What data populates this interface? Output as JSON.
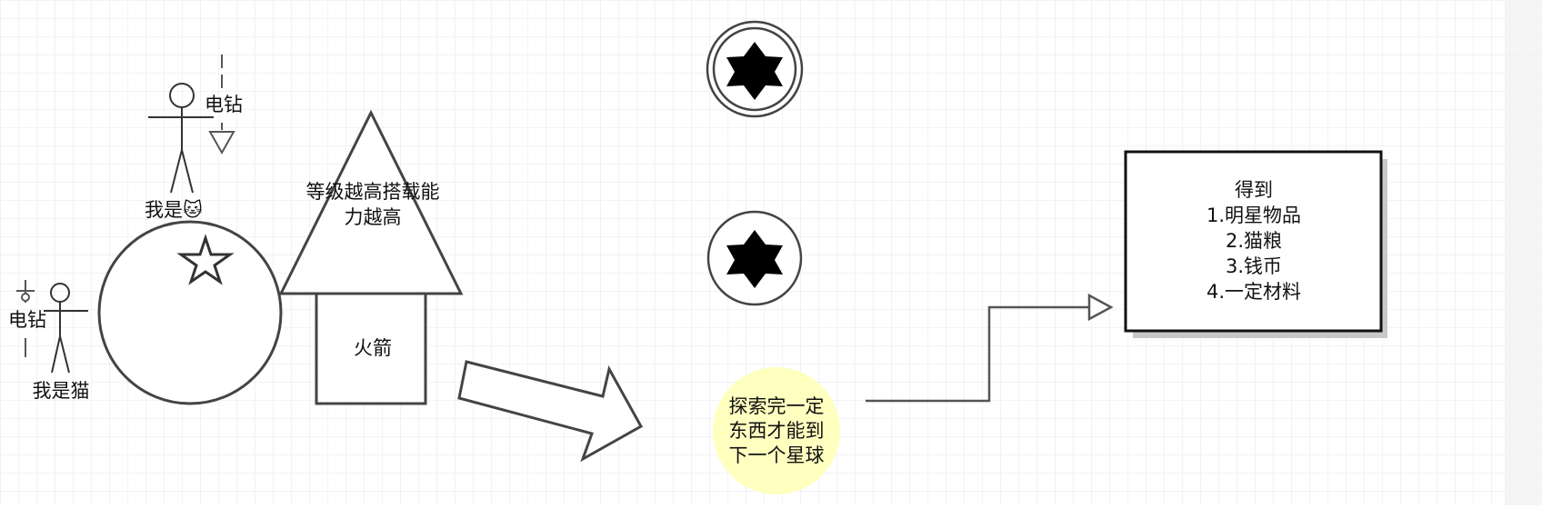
{
  "labels": {
    "actor_top": "我是🐱",
    "actor_left": "我是猫",
    "drill_top": "电钻",
    "drill_left": "电钻",
    "triangle_line1": "等级越高搭载能",
    "triangle_line2": "力越高",
    "rocket_body": "火箭",
    "explore_line1": "探索完一定",
    "explore_line2": "东西才能到",
    "explore_line3": "下一个星球",
    "rewards_title": "得到",
    "rewards_item1": "1.明星物品",
    "rewards_item2": "2.猫粮",
    "rewards_item3": "3.钱币",
    "rewards_item4": "4.一定材料"
  },
  "colors": {
    "grid": "#e2e2f4",
    "stroke": "#333333",
    "highlight": "#ffffc0",
    "shadow": "#c8c8c8"
  }
}
